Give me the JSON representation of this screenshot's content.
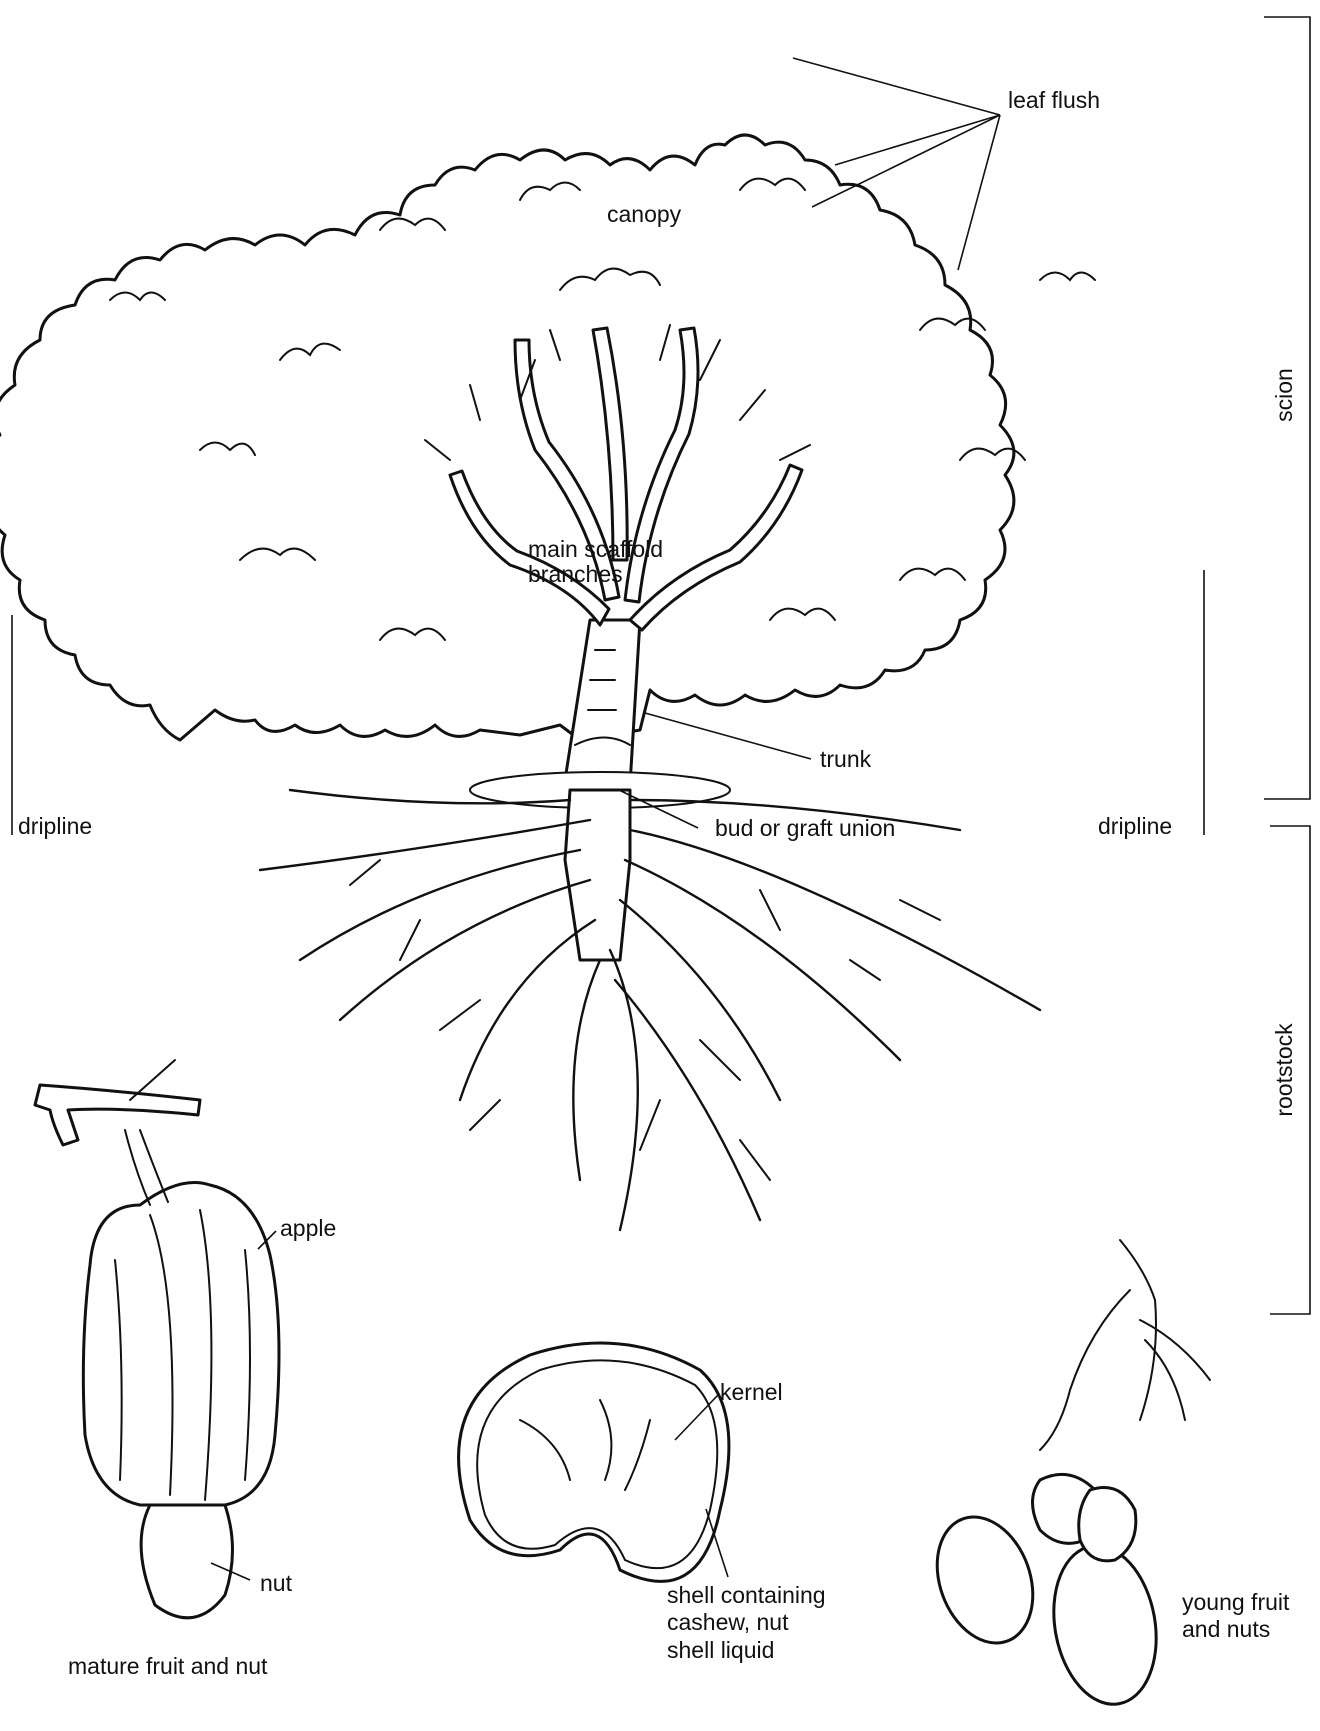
{
  "labels": {
    "leaf_flush": "leaf flush",
    "canopy": "canopy",
    "main_scaffold_line1": "main scaffold",
    "main_scaffold_line2": "branches",
    "trunk": "trunk",
    "bud_graft": "bud or graft union",
    "dripline_left": "dripline",
    "dripline_right": "dripline",
    "scion": "scion",
    "rootstock": "rootstock",
    "apple": "apple",
    "nut": "nut",
    "mature_caption": "mature fruit and nut",
    "kernel": "kernel",
    "shell_line1": "shell containing",
    "shell_line2": "cashew, nut",
    "shell_line3": "shell liquid",
    "young_line1": "young fruit",
    "young_line2": "and nuts"
  },
  "colors": {
    "ink": "#111111",
    "background": "#ffffff"
  }
}
